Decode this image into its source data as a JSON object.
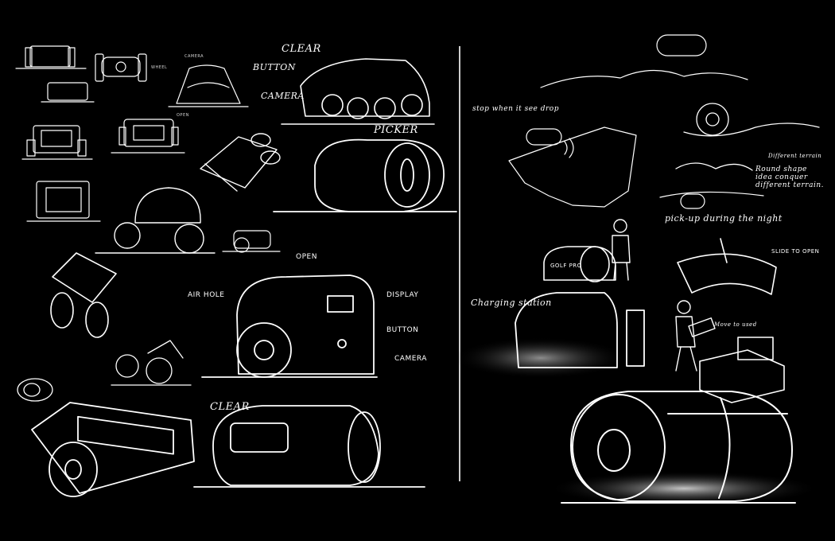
{
  "labels": {
    "clear_top": "CLEAR",
    "button_top": "BUTTON",
    "camera_top": "CAMERA",
    "picker": "PICKER",
    "wheel": "WHEEL",
    "camera_small": "CAMERA",
    "open_small": "OPEN",
    "air_hole": "AIR HOLE",
    "open_mid": "OPEN",
    "display": "DISPLAY",
    "button_mid": "BUTTON",
    "camera_mid": "CAMERA",
    "clear_bottom": "CLEAR",
    "stop_drop": "stop when it see drop",
    "different_terrain": "Different terrain",
    "round_shape_note": "Round shape idea conquer different terrain.",
    "pick_up_night": "pick-up during the night",
    "slide_to_open": "SLIDE TO OPEN",
    "charging_station": "Charging station",
    "move_to_used": "Move to used",
    "golf_pro": "GOLF PRO"
  },
  "colors": {
    "background": "#000000",
    "ink": "#ffffff",
    "glow": "#dcdcdc"
  }
}
